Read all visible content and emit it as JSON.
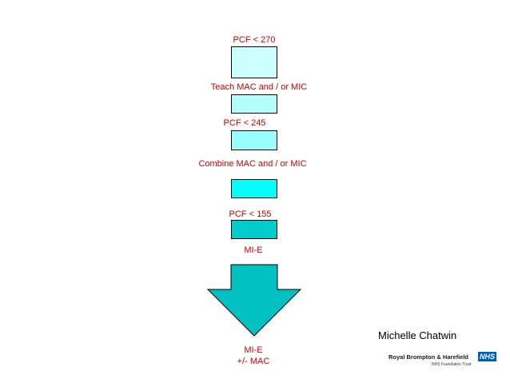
{
  "steps": [
    {
      "label": "PCF < 270",
      "color": "#ccffff"
    },
    {
      "label": "Teach MAC and / or MIC",
      "color": "#b3ffff"
    },
    {
      "label": "PCF < 245",
      "color": "#99ffff"
    },
    {
      "label": "Combine MAC and / or MIC",
      "color": "#00ffff"
    },
    {
      "label": "PCF < 155",
      "color": "#00cccc"
    },
    {
      "label": "MI-E",
      "color": "#00cccc"
    }
  ],
  "result": {
    "line1": "MI-E",
    "line2": "+/- MAC"
  },
  "arrow_color": "#00c0c0",
  "label_color": "#cc0000",
  "author": "Michelle Chatwin",
  "logo": {
    "name": "Royal Brompton & Harefield",
    "sub": "NHS Foundation Trust",
    "badge": "NHS",
    "badge_color": "#005eb8"
  }
}
